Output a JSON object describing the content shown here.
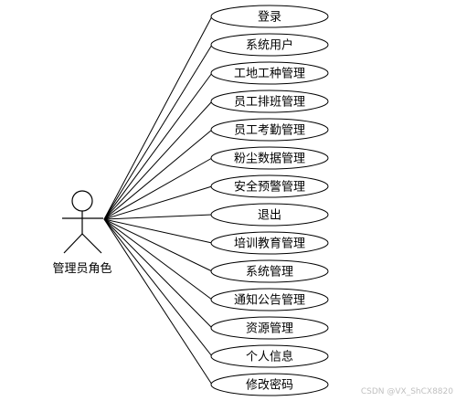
{
  "actor": {
    "label": "管理员角色"
  },
  "use_cases": [
    "登录",
    "系统用户",
    "工地工种管理",
    "员工排班管理",
    "员工考勤管理",
    "粉尘数据管理",
    "安全预警管理",
    "退出",
    "培训教育管理",
    "系统管理",
    "通知公告管理",
    "资源管理",
    "个人信息",
    "修改密码"
  ],
  "watermark": "CSDN @VX_ShCX8820"
}
